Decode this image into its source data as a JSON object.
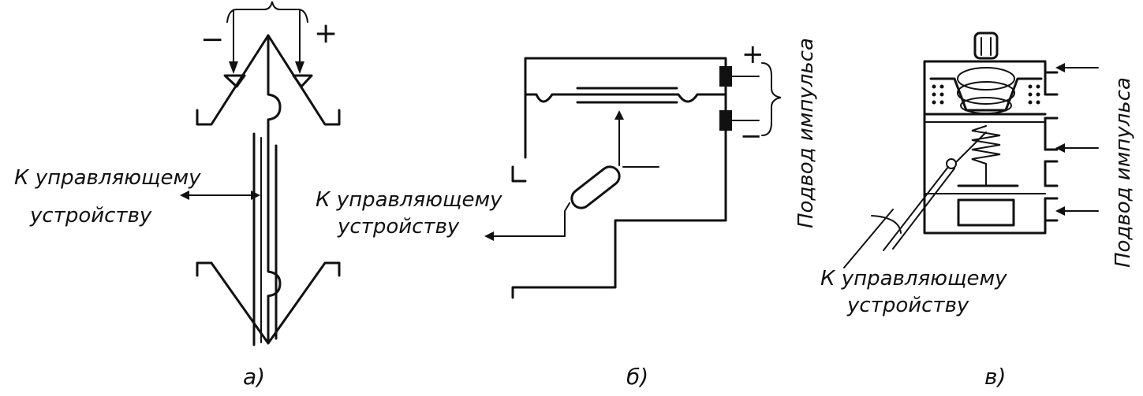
{
  "figure_a": {
    "minus_sign": "−",
    "plus_sign": "+",
    "control_label_line1": "К управляющему",
    "control_label_line2": "устройству",
    "caption": "а)"
  },
  "figure_b": {
    "plus_sign": "+",
    "minus_sign": "−",
    "control_label_line1": "К управляющему",
    "control_label_line2": "устройству",
    "pulse_label": "Подвод импульса",
    "caption": "б)"
  },
  "figure_c": {
    "control_label_line1": "К управляющему",
    "control_label_line2": "устройству",
    "pulse_label": "Подвод импульса",
    "caption": "в)"
  }
}
